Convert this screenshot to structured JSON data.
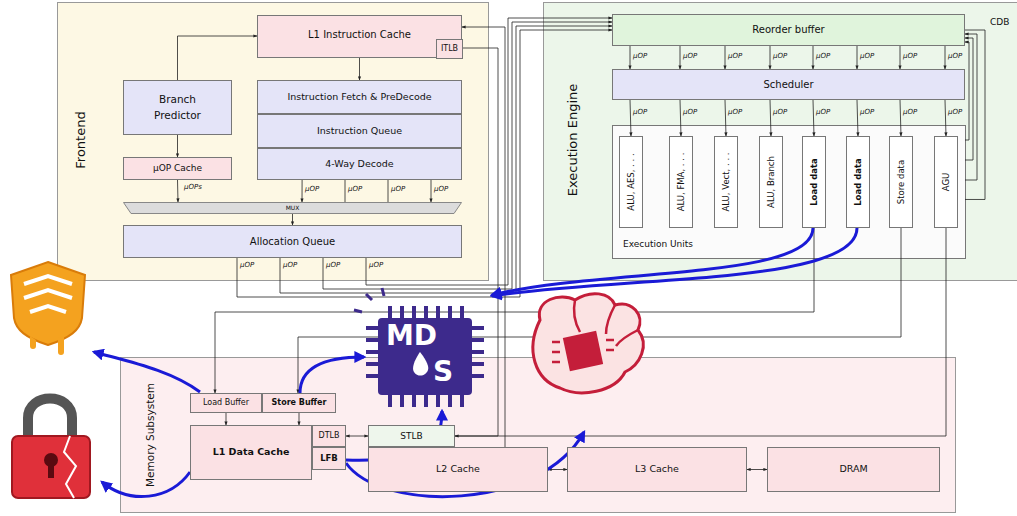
{
  "diagram": {
    "nodes": [
      {
        "text": [
          "Frontend"
        ]
      },
      {
        "text": [
          "L1 Instruction Cache"
        ],
        "in": 0
      },
      {
        "text": [
          "ITLB"
        ],
        "in": 1
      },
      {
        "text": [
          "Branch Predictor"
        ],
        "in": 0
      },
      {
        "text": [
          "µOP Cache"
        ],
        "in": 0
      },
      {
        "text": [
          "Instruction Fetch & PreDecode"
        ],
        "in": 0
      },
      {
        "text": [
          "Instruction Queue"
        ],
        "in": 0
      },
      {
        "text": [
          "4-Way Decode"
        ],
        "in": 0
      },
      {
        "text": [
          "MUX"
        ],
        "in": 0
      },
      {
        "text": [
          "Allocation Queue"
        ],
        "in": 0
      },
      {
        "text": [
          "Execution Engine"
        ]
      },
      {
        "text": [
          "Reorder buffer"
        ],
        "in": 10
      },
      {
        "text": [
          "Scheduler"
        ],
        "in": 10
      },
      {
        "text": [
          "Execution Units"
        ],
        "in": 10
      },
      {
        "text": [
          "ALU, AES, . . ."
        ],
        "in": 13
      },
      {
        "text": [
          "ALU, FMA, . . ."
        ],
        "in": 13
      },
      {
        "text": [
          "ALU, Vect, . . ."
        ],
        "in": 13
      },
      {
        "text": [
          "ALU, Branch"
        ],
        "in": 13
      },
      {
        "text": [
          "Load data"
        ],
        "in": 13
      },
      {
        "text": [
          "Load data"
        ],
        "in": 13
      },
      {
        "text": [
          "Store data"
        ],
        "in": 13
      },
      {
        "text": [
          "AGU"
        ],
        "in": 13
      },
      {
        "text": [
          "Memory Subsystem"
        ]
      },
      {
        "text": [
          "Load Buffer"
        ],
        "in": 22
      },
      {
        "text": [
          "Store Buffer"
        ],
        "in": 22
      },
      {
        "text": [
          "L1 Data Cache"
        ],
        "in": 22
      },
      {
        "text": [
          "DTLB"
        ],
        "in": 22
      },
      {
        "text": [
          "LFB"
        ],
        "in": 22
      },
      {
        "text": [
          "STLB"
        ],
        "in": 22
      },
      {
        "text": [
          "L2 Cache"
        ],
        "in": 22
      },
      {
        "text": [
          "L3 Cache"
        ],
        "in": 22
      },
      {
        "text": [
          "DRAM"
        ],
        "in": 22
      }
    ],
    "edges": [
      {
        "from": 1,
        "to": 5,
        "arrow": "to"
      },
      {
        "from": 3,
        "to": 1,
        "arrow": "to"
      },
      {
        "from": 3,
        "to": 4,
        "arrow": "to"
      },
      {
        "from": 4,
        "to": 8,
        "arrow": "to"
      },
      {
        "from": 7,
        "to": 8,
        "arrow": "to"
      },
      {
        "from": 8,
        "to": 9,
        "arrow": "to"
      },
      {
        "from": 9,
        "to": 11,
        "arrow": "to"
      },
      {
        "from": 11,
        "to": 12,
        "arrow": "to"
      },
      {
        "from": 12,
        "to": 14,
        "arrow": "to"
      },
      {
        "from": 12,
        "to": 15,
        "arrow": "to"
      },
      {
        "from": 12,
        "to": 16,
        "arrow": "to"
      },
      {
        "from": 12,
        "to": 17,
        "arrow": "to"
      },
      {
        "from": 12,
        "to": 18,
        "arrow": "to"
      },
      {
        "from": 12,
        "to": 19,
        "arrow": "to"
      },
      {
        "from": 12,
        "to": 20,
        "arrow": "to"
      },
      {
        "from": 12,
        "to": 21,
        "arrow": "to"
      },
      {
        "from": 13,
        "to": 11,
        "arrow": "none"
      },
      {
        "from": 18,
        "to": 23,
        "arrow": "to"
      },
      {
        "from": 20,
        "to": 24,
        "arrow": "to"
      },
      {
        "from": 21,
        "to": 28,
        "arrow": "to"
      },
      {
        "from": 23,
        "to": 25,
        "arrow": "to"
      },
      {
        "from": 24,
        "to": 25,
        "arrow": "to"
      },
      {
        "from": 26,
        "to": 28,
        "arrow": "both"
      },
      {
        "from": 29,
        "to": 30,
        "arrow": "both"
      },
      {
        "from": 30,
        "to": 31,
        "arrow": "both"
      },
      {
        "from": 29,
        "to": 1,
        "arrow": "to"
      },
      {
        "from": 28,
        "to": 2,
        "arrow": "none"
      }
    ],
    "labels": [
      "CDB",
      "µOPs",
      "µOP",
      "µOP",
      "µOP",
      "µOP",
      "µOP",
      "µOP",
      "µOP",
      "µOP",
      "µOP",
      "µOP",
      "µOP",
      "µOP",
      "µOP",
      "µOP",
      "µOP",
      "µOP",
      "µOP",
      "µOP",
      "µOP",
      "µOP",
      "µOP",
      "µOP",
      "µOP",
      "µOP",
      "MD",
      "S"
    ]
  }
}
